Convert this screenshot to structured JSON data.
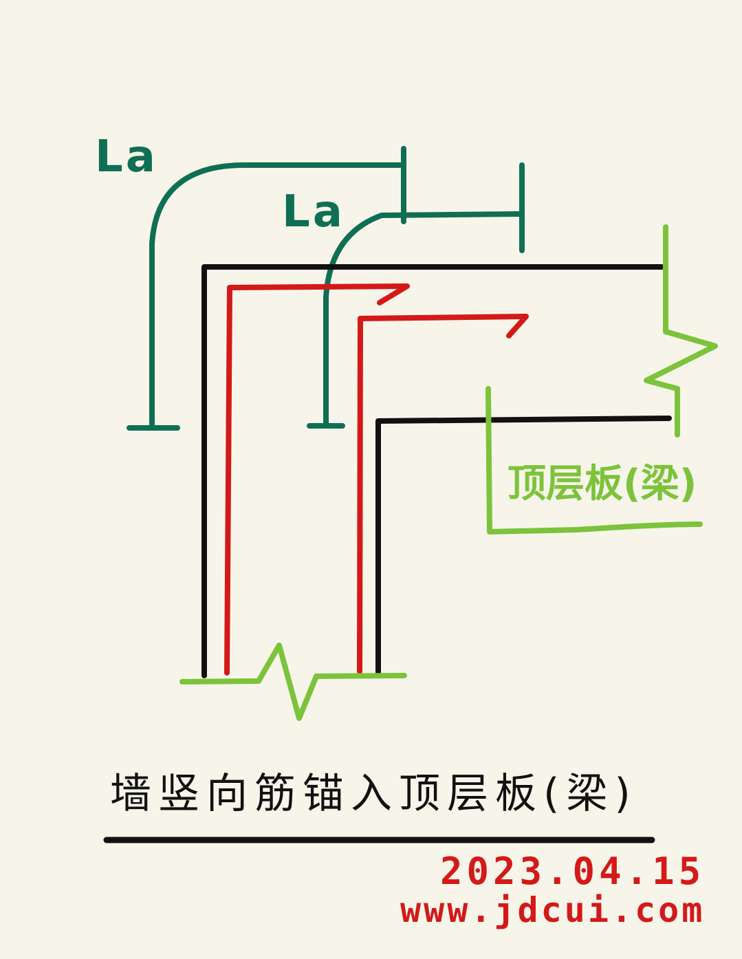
{
  "labels": {
    "anchorage_outer": "La",
    "anchorage_inner": "La",
    "slab": "顶层板(梁)"
  },
  "title": "墙竖向筋锚入顶层板(梁)",
  "date": "2023.04.15",
  "website": "www.jdcui.com",
  "colors": {
    "background": "#f7f5ea",
    "anchorage_dimension": "#0f6f55",
    "rebar": "#d41919",
    "concrete_outline": "#111111",
    "break_line": "#7cc33b",
    "signature": "#d41919"
  }
}
